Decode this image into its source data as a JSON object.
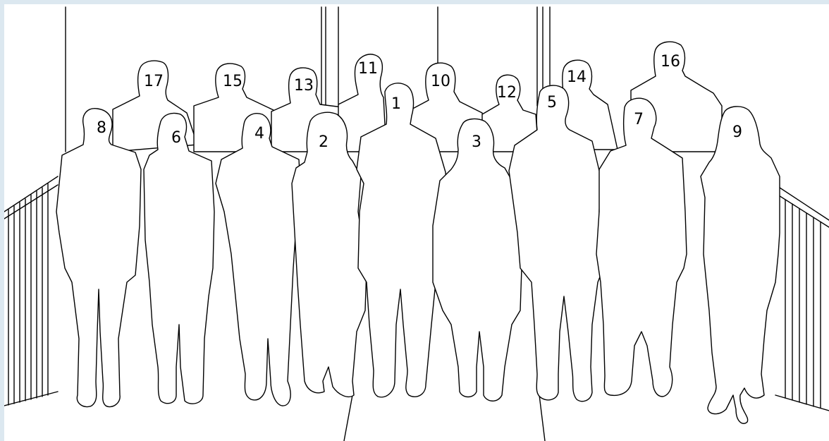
{
  "figures": [
    {
      "key": "17",
      "label": "17"
    },
    {
      "key": "15",
      "label": "15"
    },
    {
      "key": "13",
      "label": "13"
    },
    {
      "key": "11",
      "label": "11"
    },
    {
      "key": "10",
      "label": "10"
    },
    {
      "key": "12",
      "label": "12"
    },
    {
      "key": "14",
      "label": "14"
    },
    {
      "key": "16",
      "label": "16"
    },
    {
      "key": "8",
      "label": "8"
    },
    {
      "key": "6",
      "label": "6"
    },
    {
      "key": "4",
      "label": "4"
    },
    {
      "key": "2",
      "label": "2"
    },
    {
      "key": "1",
      "label": "1"
    },
    {
      "key": "3",
      "label": "3"
    },
    {
      "key": "5",
      "label": "5"
    },
    {
      "key": "7",
      "label": "7"
    },
    {
      "key": "9",
      "label": "9"
    }
  ]
}
